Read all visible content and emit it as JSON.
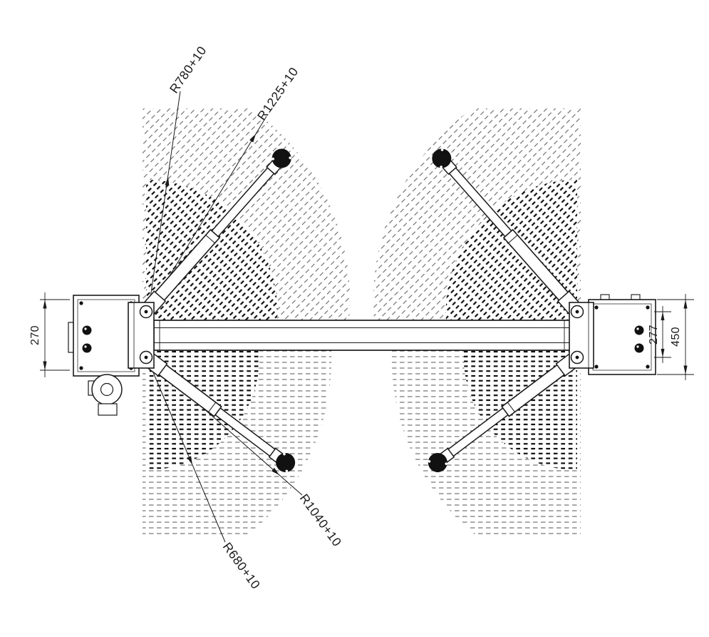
{
  "drawing": {
    "radius_labels": {
      "r780": "R780+10",
      "r1225": "R1225+10",
      "r1040": "R1040+10",
      "r680": "R680+10"
    },
    "dimensions": {
      "left_span": "270",
      "right_inner_span": "277",
      "right_outer_span": "450"
    },
    "colors": {
      "line": "#1a1a1a",
      "hatch_light": "#555555",
      "hatch_dark": "#0d0d0d",
      "background": "#ffffff"
    }
  }
}
